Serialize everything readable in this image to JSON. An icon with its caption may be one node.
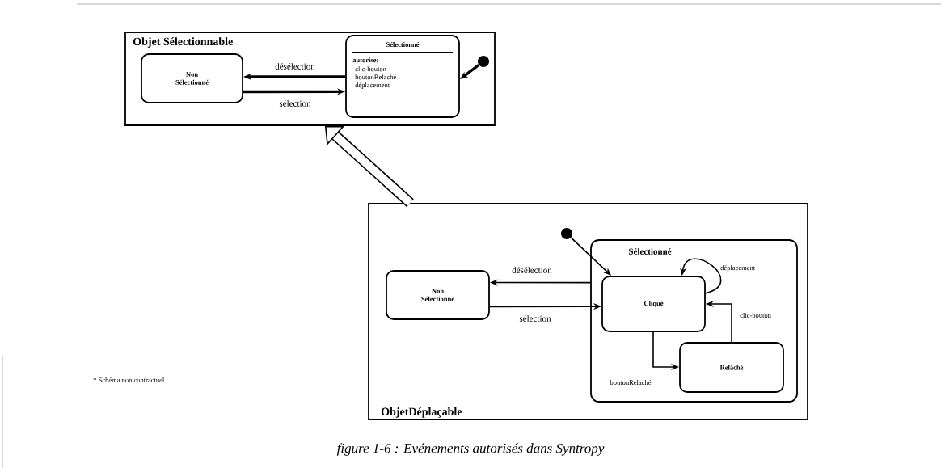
{
  "diagram": {
    "caption": "figure 1-6 : Evénements autorisés dans Syntropy",
    "nodes": [
      {
        "text": [
          "Objet Sélectionnable"
        ]
      },
      {
        "text": [
          "Non Sélectionné"
        ],
        "in": 0
      },
      {
        "text": [
          "Sélectionné",
          "autorise:",
          "clic-bouton boutonRelaché déplacement"
        ],
        "in": 0
      },
      {
        "text": [],
        "shape": "circle",
        "in": 0
      },
      {
        "text": [
          "ObjetDéplaçable"
        ]
      },
      {
        "text": [
          "Non Sélectionné"
        ],
        "in": 4
      },
      {
        "text": [
          "Sélectionné"
        ],
        "in": 4
      },
      {
        "text": [
          "Cliqué"
        ],
        "in": 6
      },
      {
        "text": [
          "Relâché"
        ],
        "in": 6
      },
      {
        "text": [],
        "shape": "circle",
        "in": 4
      }
    ],
    "edges": [
      {
        "from": 2,
        "to": 1,
        "arrow": "to",
        "label": "désélection",
        "style": "thick"
      },
      {
        "from": 1,
        "to": 2,
        "arrow": "to",
        "label": "sélection",
        "style": "thick"
      },
      {
        "from": 3,
        "to": 2,
        "arrow": "to",
        "style": "thick"
      },
      {
        "from": 4,
        "to": 0,
        "arrow": "to",
        "style": "thick"
      },
      {
        "from": 6,
        "to": 5,
        "arrow": "to",
        "label": "désélection"
      },
      {
        "from": 5,
        "to": 7,
        "arrow": "to",
        "label": "sélection"
      },
      {
        "from": 9,
        "to": 7,
        "arrow": "to"
      },
      {
        "from": 7,
        "to": 7,
        "arrow": "to",
        "label": "déplacement"
      },
      {
        "from": 8,
        "to": 7,
        "arrow": "to",
        "label": "clic-bouton"
      },
      {
        "from": 7,
        "to": 8,
        "arrow": "to",
        "label": "boutonRelaché"
      }
    ],
    "labels": [
      "* Schéma non contractuel"
    ]
  }
}
